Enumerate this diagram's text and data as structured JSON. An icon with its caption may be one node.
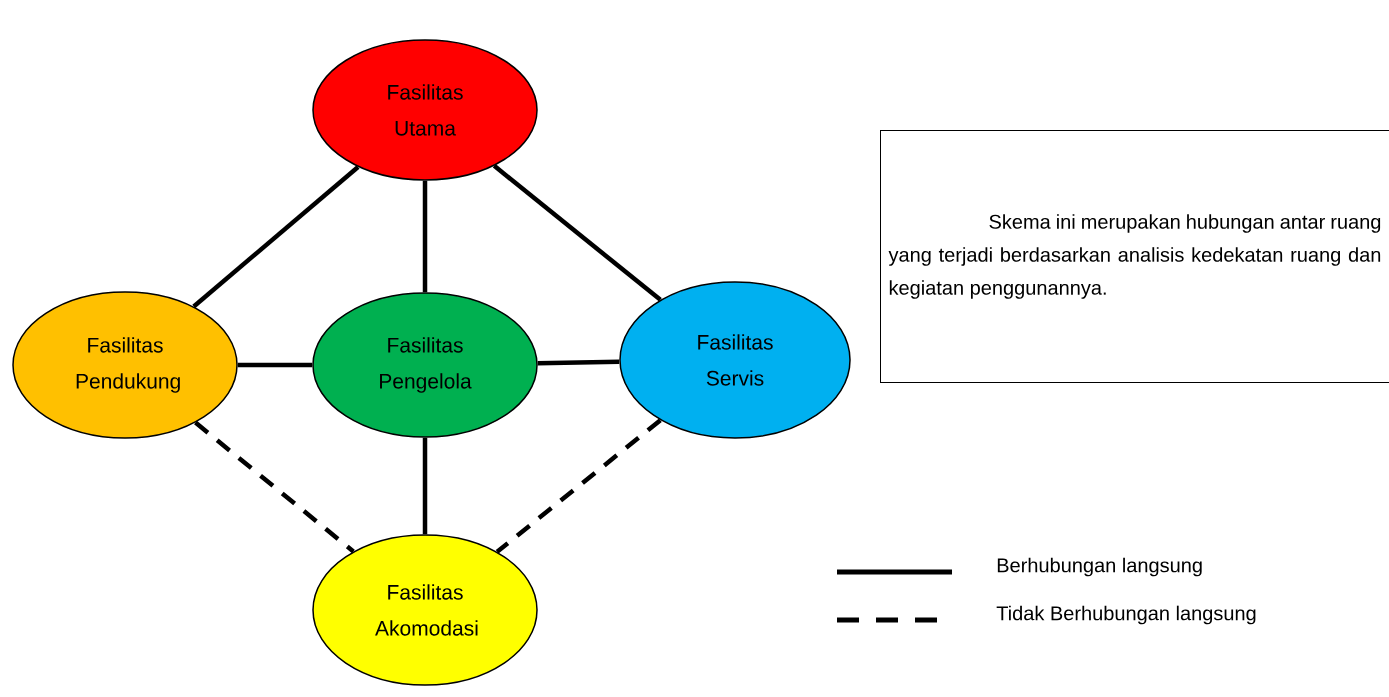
{
  "diagram": {
    "nodes": [
      {
        "text": [
          "Fasilitas Utama"
        ]
      },
      {
        "text": [
          "Fasilitas Pendukung"
        ]
      },
      {
        "text": [
          "Fasilitas Pengelola"
        ]
      },
      {
        "text": [
          "Fasilitas Servis"
        ]
      },
      {
        "text": [
          "Fasilitas Akomodasi"
        ]
      },
      {
        "text": [
          "Skema ini merupakan hubungan antar ruang yang terjadi berdasarkan analisis kedekatan ruang dan kegiatan penggunannya."
        ]
      }
    ],
    "edges": [
      {
        "from": 0,
        "to": 1,
        "arrow": "none"
      },
      {
        "from": 0,
        "to": 2,
        "arrow": "none"
      },
      {
        "from": 0,
        "to": 3,
        "arrow": "none"
      },
      {
        "from": 1,
        "to": 2,
        "arrow": "none"
      },
      {
        "from": 2,
        "to": 3,
        "arrow": "none"
      },
      {
        "from": 2,
        "to": 4,
        "arrow": "none"
      },
      {
        "from": 1,
        "to": 4,
        "arrow": "none",
        "style": "dashed"
      },
      {
        "from": 3,
        "to": 4,
        "arrow": "none",
        "style": "dashed"
      }
    ],
    "legend": [
      {
        "text": "Berhubungan langsung"
      },
      {
        "text": "Tidak Berhubungan langsung"
      }
    ]
  }
}
